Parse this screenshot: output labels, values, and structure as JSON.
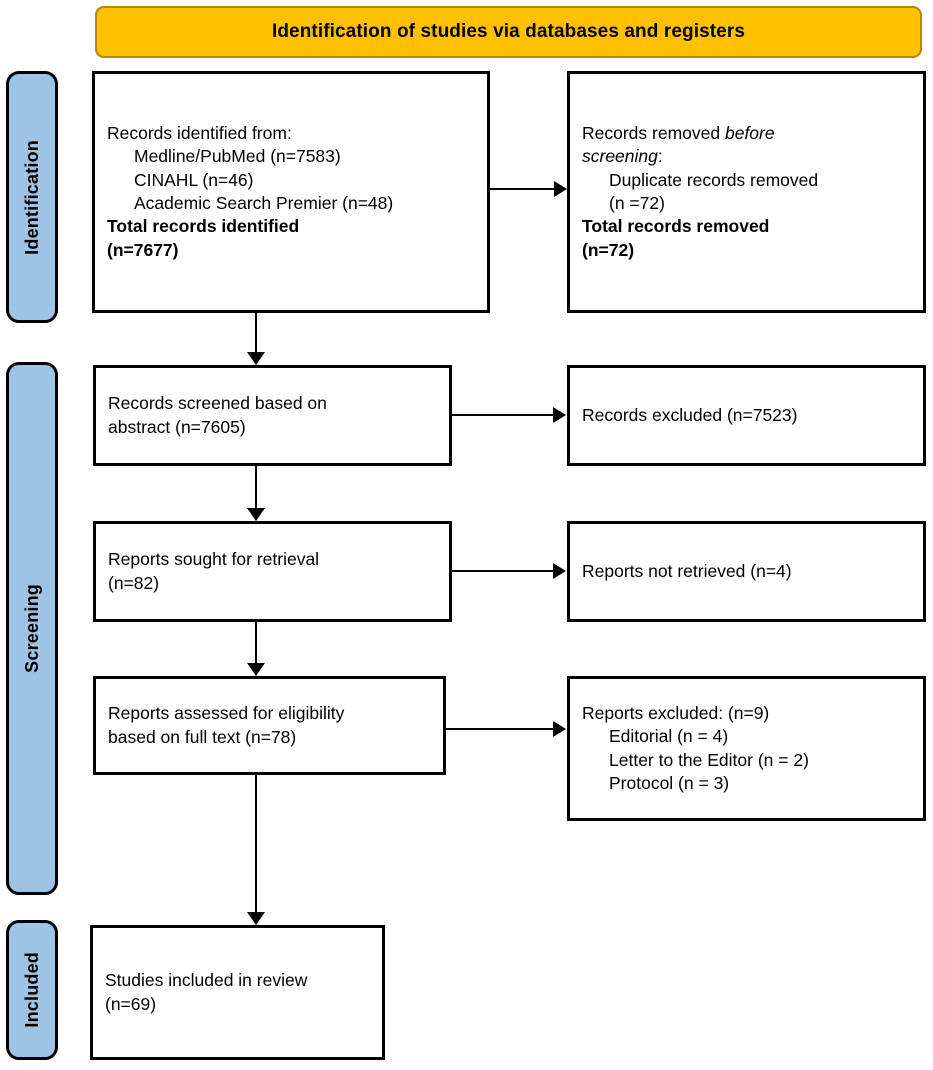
{
  "title": {
    "text": "Identification of studies via databases and registers",
    "background_color": "#FFC000",
    "border_color": "#B8860B"
  },
  "stage_bars": {
    "background_color": "#9DC3E6",
    "items": [
      {
        "label": "Identification"
      },
      {
        "label": "Screening"
      },
      {
        "label": "Included"
      }
    ]
  },
  "boxes": {
    "identified": {
      "lines": [
        "Records identified from:",
        "Medline/PubMed (n=7583)",
        "CINAHL (n=46)",
        "Academic Search Premier (n=48)",
        "Total records identified",
        "(n=7677)"
      ]
    },
    "removed": {
      "line1_a": "Records removed ",
      "line1_italic": "before",
      "line2_italic": "screening",
      "line2_b": ":",
      "lines": [
        "Duplicate records removed",
        "(n =72)",
        "Total records removed",
        "(n=72)"
      ]
    },
    "screened": {
      "lines": [
        "Records screened based on",
        "abstract (n=7605)"
      ]
    },
    "records_excluded": {
      "lines": [
        "Records excluded (n=7523)"
      ]
    },
    "sought": {
      "lines": [
        "Reports sought for retrieval",
        "(n=82)"
      ]
    },
    "not_retrieved": {
      "lines": [
        "Reports not retrieved (n=4)"
      ]
    },
    "assessed": {
      "lines": [
        "Reports assessed for eligibility",
        "based on full text (n=78)"
      ]
    },
    "reports_excluded": {
      "lines": [
        "Reports excluded: (n=9)",
        "Editorial (n = 4)",
        "Letter to the Editor (n = 2)",
        "Protocol (n = 3)"
      ]
    },
    "included": {
      "lines": [
        "Studies included in review",
        "(n=69)"
      ]
    }
  }
}
